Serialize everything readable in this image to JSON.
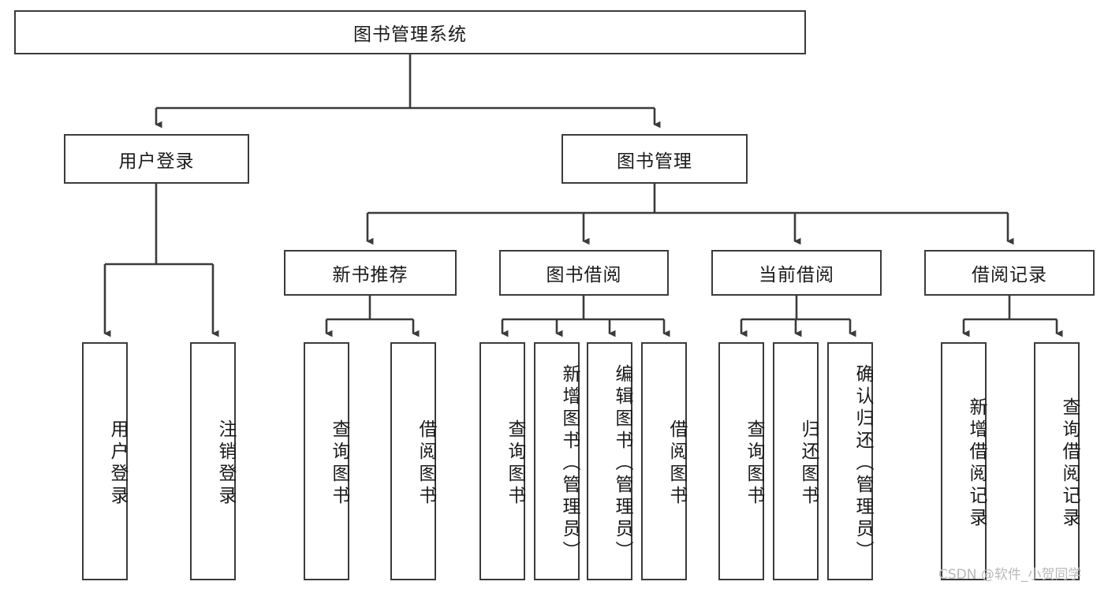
{
  "diagram": {
    "title": "图书管理系统",
    "type": "tree-hierarchy-diagram",
    "colors": {
      "border": "#3b3b3b",
      "background": "#ffffff",
      "text": "#1a1a1a",
      "watermark": "#b9b9b9"
    },
    "levels": {
      "root": {
        "label": "图书管理系统"
      },
      "level2": [
        {
          "label": "用户登录"
        },
        {
          "label": "图书管理"
        }
      ],
      "level3": [
        {
          "label": "新书推荐"
        },
        {
          "label": "图书借阅"
        },
        {
          "label": "当前借阅"
        },
        {
          "label": "借阅记录"
        }
      ],
      "level4": {
        "user_login": [
          {
            "label": "用户登录"
          },
          {
            "label": "注销登录"
          }
        ],
        "new_book_recommend": [
          {
            "label": "查询图书"
          },
          {
            "label": "借阅图书"
          }
        ],
        "book_borrow": [
          {
            "label": "查询图书"
          },
          {
            "label": "新增图书（管理员）"
          },
          {
            "label": "编辑图书（管理员）"
          },
          {
            "label": "借阅图书"
          }
        ],
        "current_borrow": [
          {
            "label": "查询图书"
          },
          {
            "label": "归还图书"
          },
          {
            "label": "确认归还（管理员）"
          }
        ],
        "borrow_record": [
          {
            "label": "新增借阅记录"
          },
          {
            "label": "查询借阅记录"
          }
        ]
      }
    }
  },
  "watermark": {
    "text": "CSDN @软件_小贺同学"
  }
}
